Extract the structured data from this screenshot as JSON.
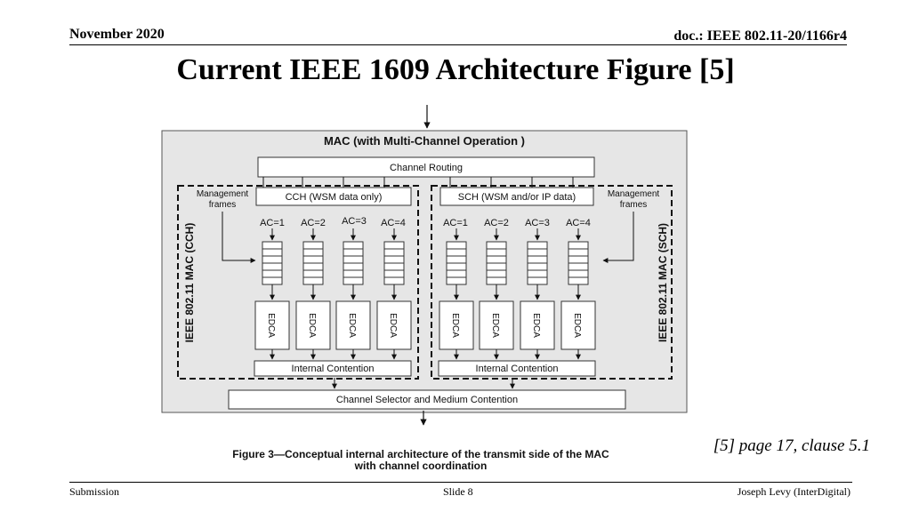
{
  "header": {
    "date": "November 2020",
    "doc_id": "doc.: IEEE 802.11-20/1166r4"
  },
  "title": "Current IEEE 1609 Architecture Figure [5]",
  "diagram": {
    "mac_title": "MAC (with Multi-Channel Operation )",
    "channel_routing": "Channel Routing",
    "cch_label": "CCH (WSM data only)",
    "sch_label": "SCH (WSM and/or IP data)",
    "mgmt_line1": "Management",
    "mgmt_line2": "frames",
    "ac_labels": [
      "AC=1",
      "AC=2",
      "AC=3",
      "AC=4"
    ],
    "edca": "EDCA",
    "internal_contention": "Internal Contention",
    "channel_selector": "Channel Selector and Medium Contention",
    "left_side": "IEEE 802.11 MAC (CCH)",
    "right_side": "IEEE 802.11 MAC (SCH)",
    "caption_line1": "Figure 3—Conceptual internal architecture of the transmit side of the MAC",
    "caption_line2": "with channel coordination"
  },
  "citation": "[5] page 17, clause 5.1",
  "footer": {
    "left": "Submission",
    "center": "Slide 8",
    "right": "Joseph Levy (InterDigital)"
  },
  "colors": {
    "panel_fill": "#e6e6e6",
    "box_fill": "#ffffff",
    "line": "#111111"
  }
}
